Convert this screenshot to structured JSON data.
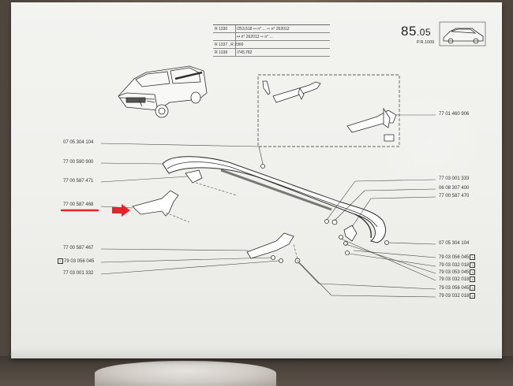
{
  "page": {
    "number": "85",
    "number_suffix": ".05",
    "code": "P.R.1009"
  },
  "ref_table": {
    "rows": [
      {
        "model": "R 1330",
        "spec": "/253,518 ↤ n° ... ⇨ n° 262012"
      },
      {
        "model": "",
        "spec": "↦ n° 262013 ⇨ n° ..."
      },
      {
        "model": "R 1337 , R 2360",
        "spec": ""
      },
      {
        "model": "R 1338",
        "spec": "/745,782"
      }
    ]
  },
  "left_labels": [
    {
      "id": "l1",
      "text": "07 05 304 104",
      "marker": false
    },
    {
      "id": "l2",
      "text": "77 00 590 900",
      "marker": false
    },
    {
      "id": "l3",
      "text": "77 00 587 471",
      "marker": false
    },
    {
      "id": "l4",
      "text": "77 00 587 468",
      "marker": false
    },
    {
      "id": "l5",
      "text": "77 00 587 467",
      "marker": false
    },
    {
      "id": "l6",
      "text": "79 03 056 045",
      "marker": true
    },
    {
      "id": "l7",
      "text": "77 03 001 332",
      "marker": false
    }
  ],
  "right_labels": [
    {
      "id": "r1",
      "text": "77 01 460 906",
      "marker": false
    },
    {
      "id": "r2",
      "text": "77 03 001 333",
      "marker": false
    },
    {
      "id": "r3",
      "text": "06 08 307 400",
      "marker": false
    },
    {
      "id": "r4",
      "text": "77 00 587 470",
      "marker": false
    },
    {
      "id": "r5",
      "text": "07 05 304 104",
      "marker": false
    },
    {
      "id": "r6",
      "text": "79 03 056 045",
      "marker": true
    },
    {
      "id": "r7",
      "text": "79 03 032 018",
      "marker": true
    },
    {
      "id": "r8",
      "text": "79 03 053 045",
      "marker": true
    },
    {
      "id": "r9",
      "text": "79 03 032 018",
      "marker": true
    },
    {
      "id": "r10",
      "text": "79 03 056 045",
      "marker": true
    },
    {
      "id": "r11",
      "text": "79 03 032 018",
      "marker": true
    }
  ],
  "marker_symbol": "×",
  "colors": {
    "annotation": "#e0262a",
    "ink": "#333333",
    "paper": "#f0f0ed"
  },
  "icons": {
    "car_wagon": "station-wagon-drawing-icon",
    "car_sedan": "sedan-thumbnail-icon",
    "arrow": "red-arrow-icon"
  }
}
